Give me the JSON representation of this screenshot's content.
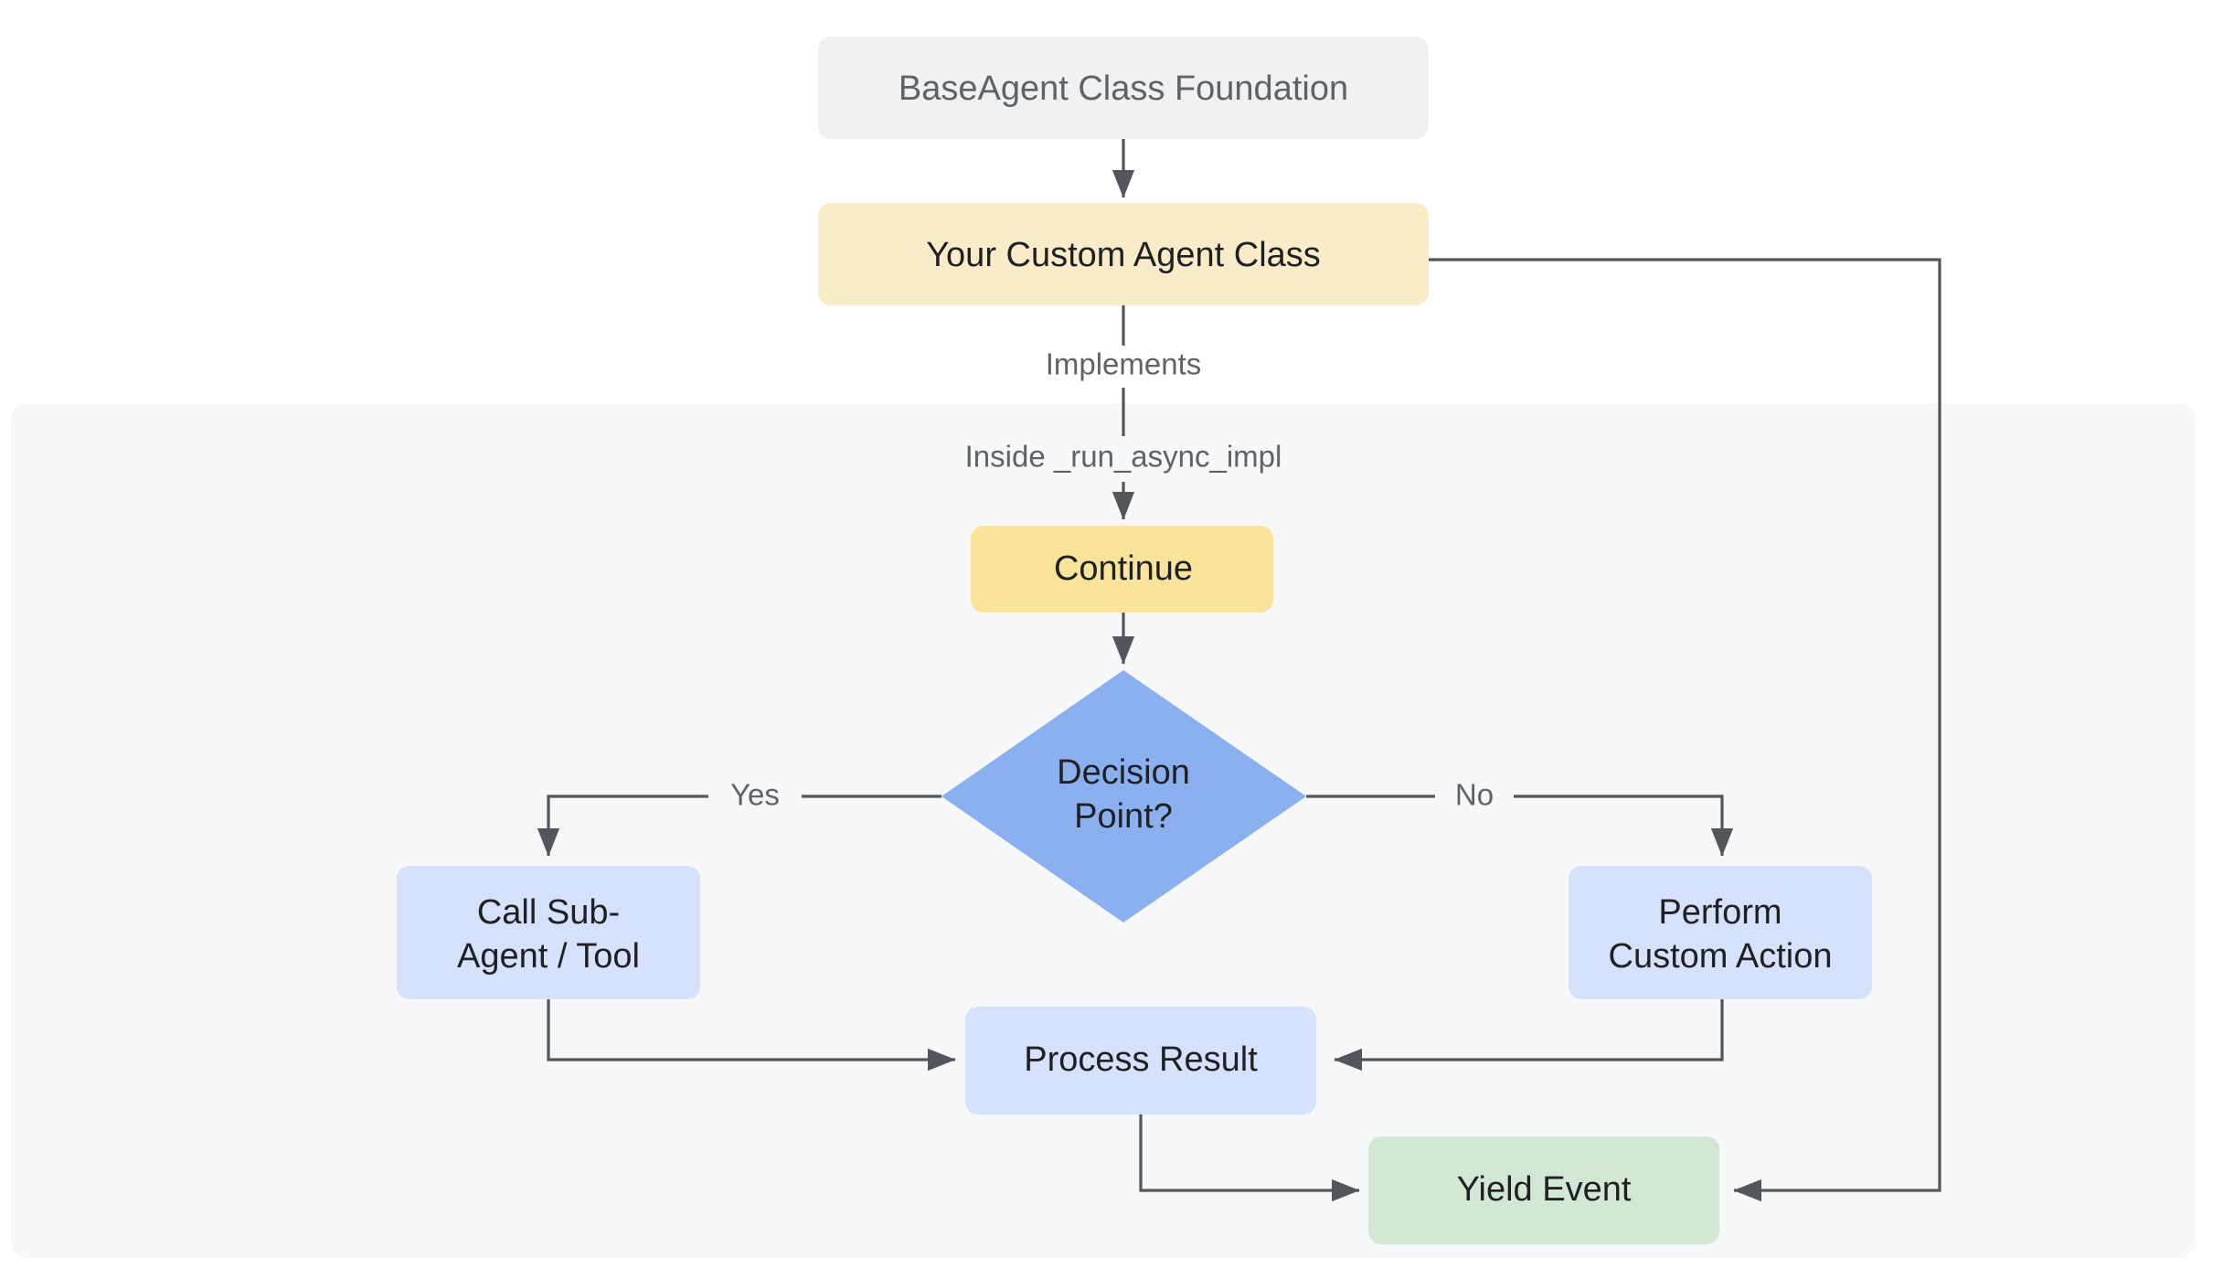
{
  "diagram": {
    "type": "flowchart",
    "direction": "top-down",
    "background": "#ffffff",
    "subgraph": {
      "title": "Inside _run_async_impl",
      "fill": "#f7f8fa"
    },
    "nodes": [
      {
        "id": "base-agent",
        "label": "BaseAgent Class Foundation",
        "shape": "rounded-rect",
        "fill": "#f0f1f3",
        "text_color": "#5f6368"
      },
      {
        "id": "custom-agent",
        "label": "Your Custom Agent Class",
        "shape": "rounded-rect",
        "fill": "#faecc8",
        "text_color": "#1f2023"
      },
      {
        "id": "continue",
        "label": "Continue",
        "shape": "rounded-rect",
        "fill": "#fae39a",
        "text_color": "#1f2023"
      },
      {
        "id": "decision",
        "label": "Decision Point?",
        "label_lines": [
          "Decision",
          "Point?"
        ],
        "shape": "diamond",
        "fill": "#8ab0ef",
        "text_color": "#1f2023"
      },
      {
        "id": "call-sub-agent",
        "label": "Call Sub-Agent / Tool",
        "label_lines": [
          "Call Sub-",
          "Agent / Tool"
        ],
        "shape": "rounded-rect",
        "fill": "#d6e2fb",
        "text_color": "#1f2023"
      },
      {
        "id": "custom-action",
        "label": "Perform Custom Action",
        "label_lines": [
          "Perform",
          "Custom Action"
        ],
        "shape": "rounded-rect",
        "fill": "#d6e2fb",
        "text_color": "#1f2023"
      },
      {
        "id": "process-result",
        "label": "Process Result",
        "shape": "rounded-rect",
        "fill": "#d6e2fb",
        "text_color": "#1f2023"
      },
      {
        "id": "yield-event",
        "label": "Yield Event",
        "shape": "rounded-rect",
        "fill": "#d2e8d5",
        "text_color": "#1f2023"
      }
    ],
    "edges": [
      {
        "from": "base-agent",
        "to": "custom-agent",
        "label": ""
      },
      {
        "from": "custom-agent",
        "to": "continue",
        "label": "Implements"
      },
      {
        "from": "continue",
        "to": "decision",
        "label": ""
      },
      {
        "from": "decision",
        "to": "call-sub-agent",
        "label": "Yes"
      },
      {
        "from": "decision",
        "to": "custom-action",
        "label": "No"
      },
      {
        "from": "call-sub-agent",
        "to": "process-result",
        "label": ""
      },
      {
        "from": "custom-action",
        "to": "process-result",
        "label": ""
      },
      {
        "from": "process-result",
        "to": "yield-event",
        "label": ""
      },
      {
        "from": "custom-agent",
        "to": "yield-event",
        "label": ""
      }
    ],
    "edge_color": "#53565c"
  }
}
